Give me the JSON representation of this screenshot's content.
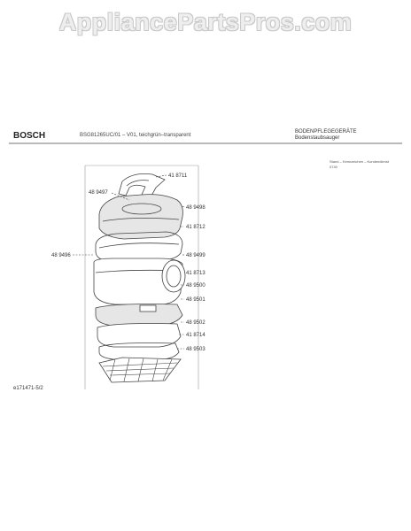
{
  "watermark": "AppliancePartsPros.com",
  "header": {
    "brand": "BOSCH",
    "model": "BSG81265UC/01 – V01, teichgrün–transparent",
    "category_line1": "BODENPFLEGEGERÄTE",
    "category_line2": "Bodenstaubsauger",
    "small_line1": "Stand – Kennzeichen – Kundendienst",
    "small_line2": "0740"
  },
  "footer": {
    "doc_id": "e171471-5/2"
  },
  "parts": [
    {
      "number": "41 8711"
    },
    {
      "number": "48 9497"
    },
    {
      "number": "48 9498"
    },
    {
      "number": "41 8712"
    },
    {
      "number": "48 9496"
    },
    {
      "number": "48 9499"
    },
    {
      "number": "41 8713"
    },
    {
      "number": "48 9500"
    },
    {
      "number": "48 9501"
    },
    {
      "number": "48 9502"
    },
    {
      "number": "41 8714"
    },
    {
      "number": "48 9503"
    }
  ],
  "colors": {
    "line": "#444444",
    "watermark_fill": "#eeeeee",
    "watermark_outline": "#c9c9c9",
    "part_shade": "#e6e6e6"
  }
}
